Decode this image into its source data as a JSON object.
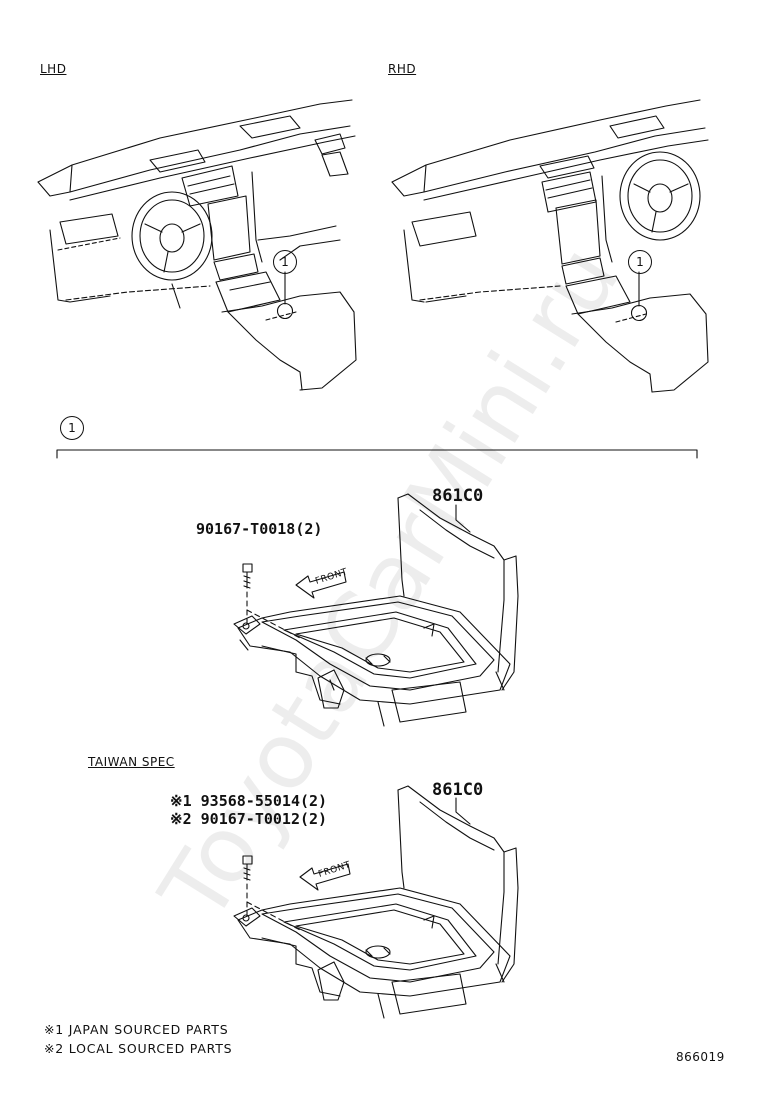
{
  "views": {
    "left_label": "LHD",
    "right_label": "RHD"
  },
  "callouts": {
    "ref": "1"
  },
  "assembly_top": {
    "part_label": "861C0",
    "screw_label": "90167-T0018(2)",
    "front_label": "FRONT"
  },
  "assembly_bottom": {
    "spec_label": "TAIWAN SPEC",
    "part_label": "861C0",
    "screw1_label": "※1 93568-55014(2)",
    "screw2_label": "※2 90167-T0012(2)",
    "front_label": "FRONT"
  },
  "notes": {
    "note1": "※1 JAPAN SOURCED PARTS",
    "note2": "※2 LOCAL SOURCED PARTS"
  },
  "figure_id": "866019",
  "watermark": "ToyotaCarMini.ru"
}
